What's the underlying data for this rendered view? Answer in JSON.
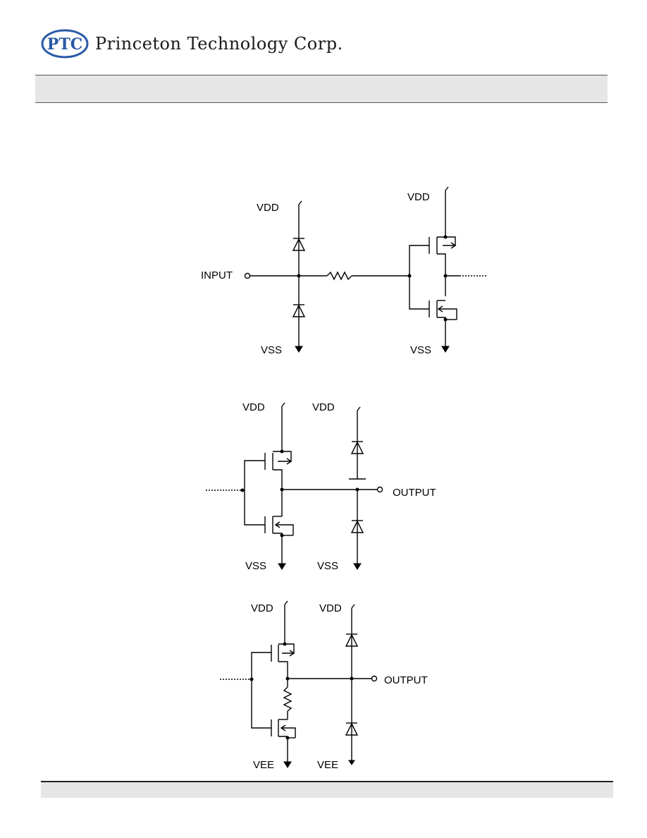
{
  "header": {
    "company_mark": "PTC",
    "company_name": "Princeton  Technology  Corp."
  },
  "diagrams": {
    "input_circuit": {
      "vdd_left": "VDD",
      "vdd_right": "VDD",
      "input": "INPUT",
      "vss_left": "VSS",
      "vss_right": "VSS"
    },
    "output_circuit_1": {
      "vdd_left": "VDD",
      "vdd_right": "VDD",
      "output": "OUTPUT",
      "vss_left": "VSS",
      "vss_right": "VSS"
    },
    "output_circuit_2": {
      "vdd_left": "VDD",
      "vdd_right": "VDD",
      "output": "OUTPUT",
      "vee_left": "VEE",
      "vee_right": "VEE"
    }
  }
}
